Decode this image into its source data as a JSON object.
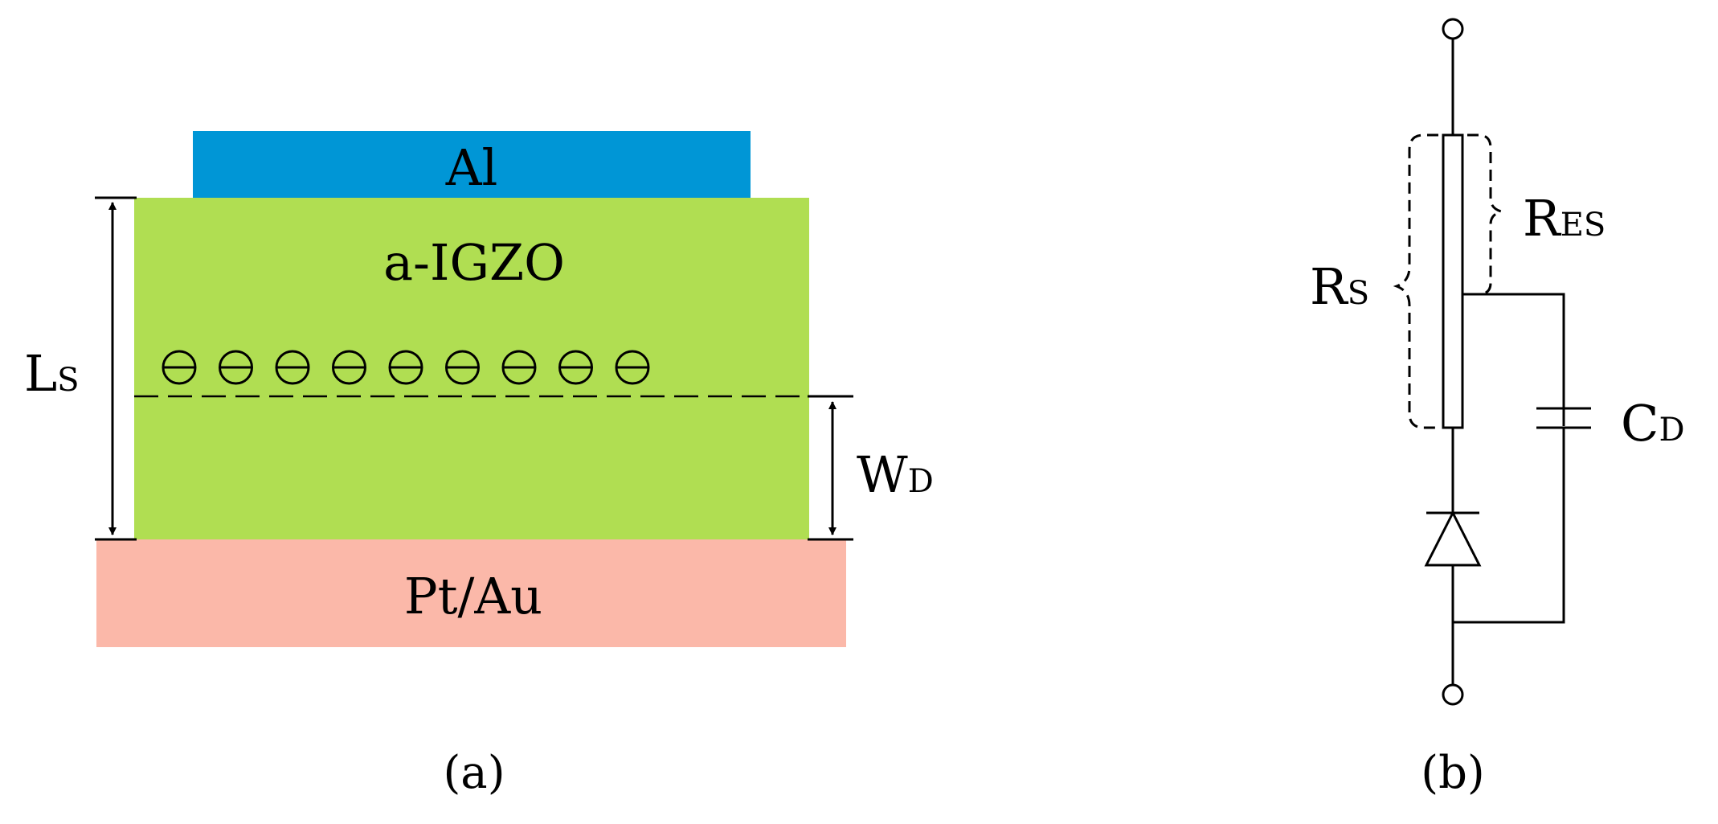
{
  "panel_a": {
    "caption": "(a)",
    "top_electrode": {
      "label": "Al",
      "color": "#0096d6"
    },
    "semiconductor": {
      "label": "a-IGZO",
      "color": "#b0de52"
    },
    "bottom_electrode": {
      "label": "Pt/Au",
      "color": "#fbb8a9"
    },
    "charge_symbol": "⊖",
    "charge_count": 9,
    "dim_length": {
      "main": "L",
      "sub": "S"
    },
    "dim_depletion": {
      "main": "W",
      "sub": "D"
    }
  },
  "panel_b": {
    "caption": "(b)",
    "resistor_total": {
      "main": "R",
      "sub": "S"
    },
    "resistor_es": {
      "main": "R",
      "sub": "ES"
    },
    "capacitor": {
      "main": "C",
      "sub": "D"
    }
  }
}
